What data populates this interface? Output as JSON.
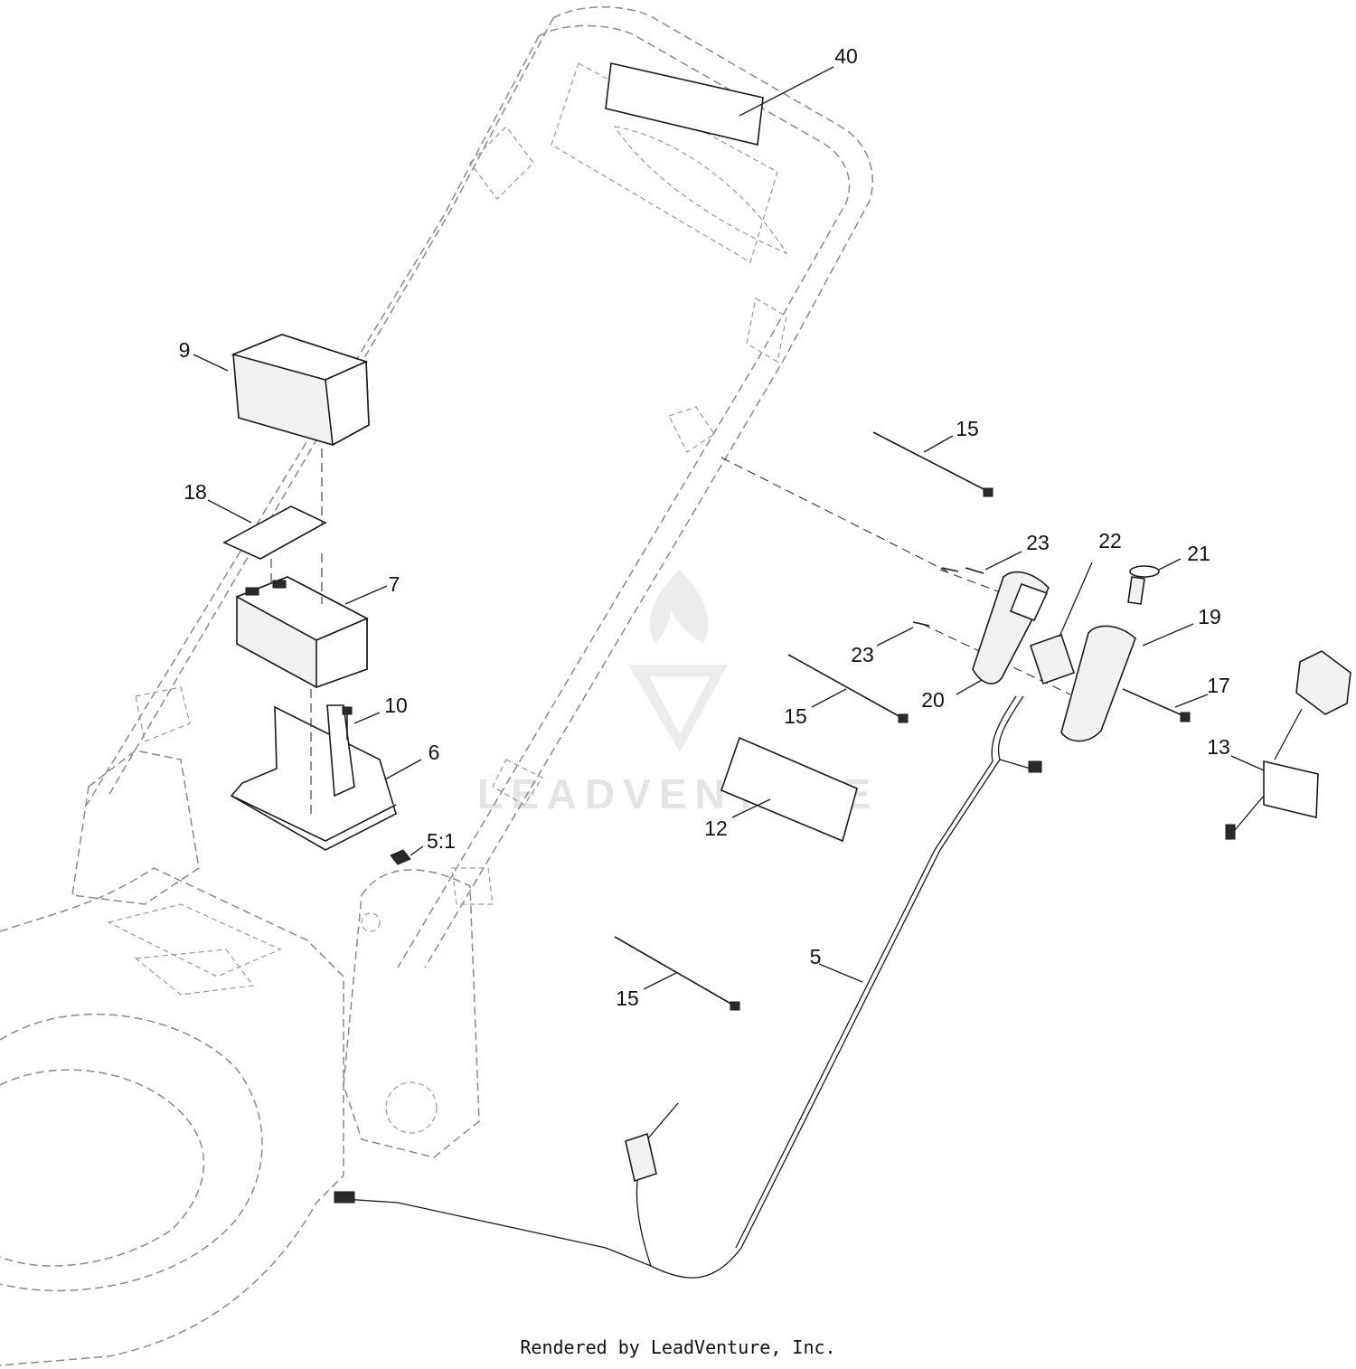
{
  "callouts": [
    {
      "id": "40",
      "label": "40"
    },
    {
      "id": "9",
      "label": "9"
    },
    {
      "id": "18",
      "label": "18"
    },
    {
      "id": "7",
      "label": "7"
    },
    {
      "id": "10",
      "label": "10"
    },
    {
      "id": "6",
      "label": "6"
    },
    {
      "id": "5:1",
      "label": "5:1"
    },
    {
      "id": "15a",
      "label": "15"
    },
    {
      "id": "23a",
      "label": "23"
    },
    {
      "id": "22",
      "label": "22"
    },
    {
      "id": "21",
      "label": "21"
    },
    {
      "id": "19",
      "label": "19"
    },
    {
      "id": "23b",
      "label": "23"
    },
    {
      "id": "20",
      "label": "20"
    },
    {
      "id": "15b",
      "label": "15"
    },
    {
      "id": "17",
      "label": "17"
    },
    {
      "id": "13",
      "label": "13"
    },
    {
      "id": "12",
      "label": "12"
    },
    {
      "id": "5",
      "label": "5"
    },
    {
      "id": "15c",
      "label": "15"
    }
  ],
  "watermark": "LEADVENTURE",
  "footer": "Rendered by LeadVenture, Inc."
}
